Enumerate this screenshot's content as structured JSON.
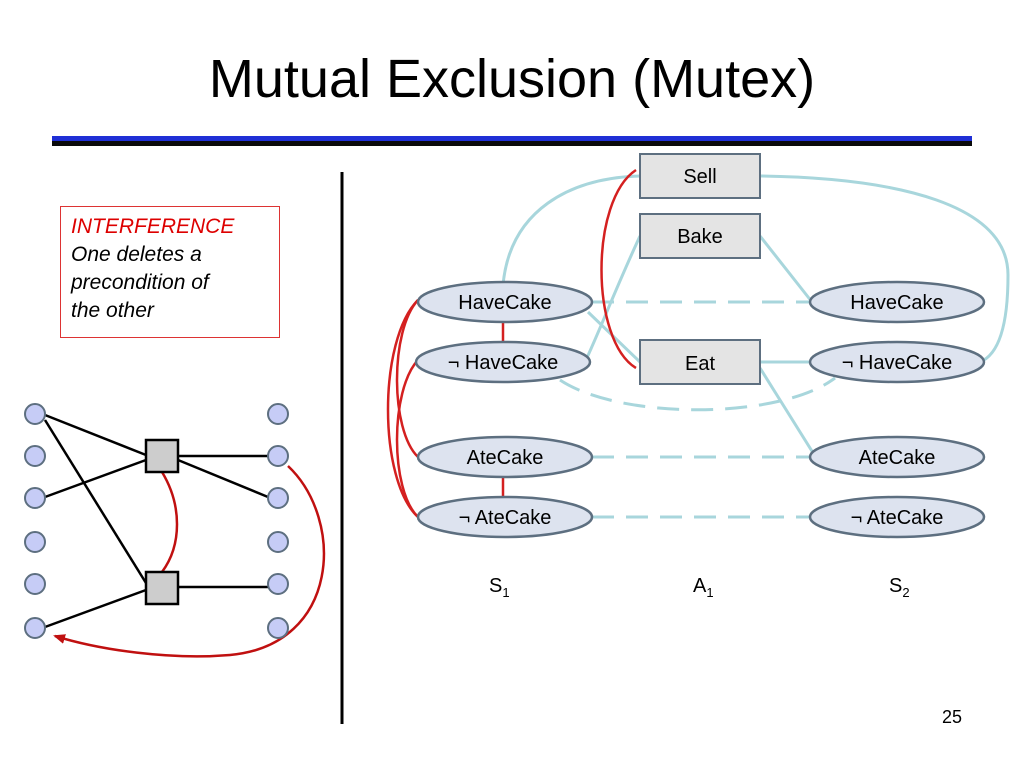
{
  "slide": {
    "title": "Mutual Exclusion (Mutex)",
    "page_number": "25"
  },
  "interference": {
    "heading": "INTERFERENCE",
    "line1": "One deletes a",
    "line2": "precondition of",
    "line3": "the other"
  },
  "planning_graph": {
    "actions": {
      "sell": "Sell",
      "bake": "Bake",
      "eat": "Eat"
    },
    "s1": [
      "HaveCake",
      "¬ HaveCake",
      "AteCake",
      "¬ AteCake"
    ],
    "s2": [
      "HaveCake",
      "¬ HaveCake",
      "AteCake",
      "¬ AteCake"
    ],
    "columns": {
      "s1": {
        "base": "S",
        "sub": "1"
      },
      "a1": {
        "base": "A",
        "sub": "1"
      },
      "s2": {
        "base": "S",
        "sub": "2"
      }
    }
  },
  "colors": {
    "mutex_red": "#d42020",
    "link_light_blue": "#a8d6dc",
    "node_fill": "#dde3ef",
    "node_stroke": "#5d6f80",
    "action_fill": "#e4e4e4",
    "header_blue": "#1f2fd6"
  }
}
